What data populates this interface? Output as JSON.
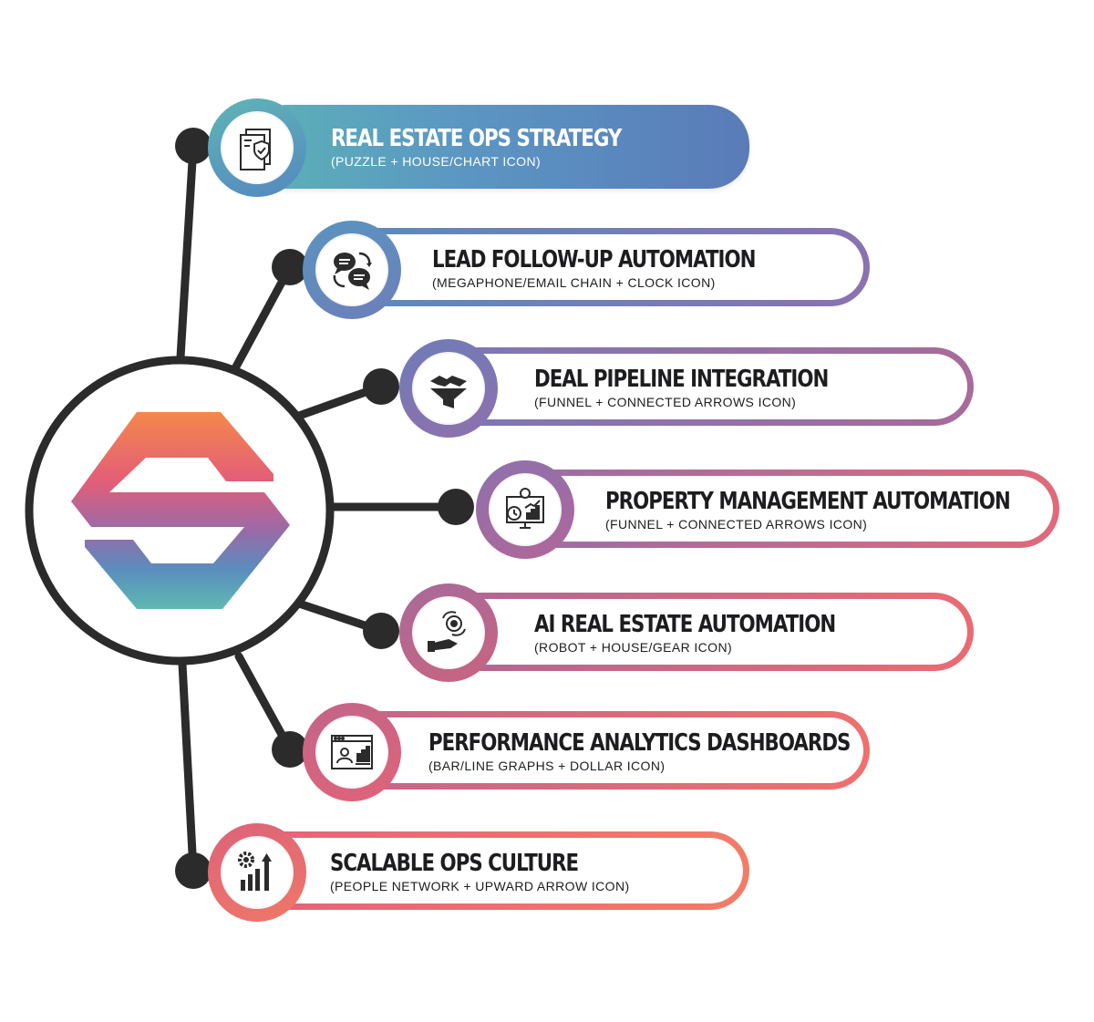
{
  "hub": {
    "logo": "s-logo-icon"
  },
  "items": [
    {
      "title": "REAL ESTATE OPS STRATEGY",
      "subtitle": "(PUZZLE + HOUSE/CHART ICON)",
      "icon": "strategy-document-shield-icon",
      "color": "#4f8dbb"
    },
    {
      "title": "LEAD FOLLOW-UP AUTOMATION",
      "subtitle": "(MEGAPHONE/EMAIL CHAIN + CLOCK ICON)",
      "icon": "chat-bubbles-icon",
      "color": "#5a86bd"
    },
    {
      "title": "DEAL PIPELINE INTEGRATION",
      "subtitle": "(FUNNEL + CONNECTED ARROWS ICON)",
      "icon": "handshake-funnel-icon",
      "color": "#7b78b4"
    },
    {
      "title": "PROPERTY MANAGEMENT AUTOMATION",
      "subtitle": "(FUNNEL + CONNECTED ARROWS ICON)",
      "icon": "gear-monitor-chart-icon",
      "color": "#9c6da6"
    },
    {
      "title": "AI REAL ESTATE AUTOMATION",
      "subtitle": "(ROBOT + HOUSE/GEAR ICON)",
      "icon": "robot-hand-gear-icon",
      "color": "#b7648f"
    },
    {
      "title": "PERFORMANCE ANALYTICS DASHBOARDS",
      "subtitle": "(BAR/LINE GRAPHS + DOLLAR ICON)",
      "icon": "dashboard-analytics-icon",
      "color": "#d5627a"
    },
    {
      "title": "SCALABLE OPS CULTURE",
      "subtitle": "(PEOPLE NETWORK + UPWARD ARROW ICON)",
      "icon": "gear-bars-arrow-icon",
      "color": "#e9676f"
    }
  ],
  "palette": {
    "blue": "#4f8dbb",
    "purple": "#8c70ae",
    "pink": "#d7617c",
    "coral": "#ee7a6a",
    "line": "#2b2b2b"
  }
}
